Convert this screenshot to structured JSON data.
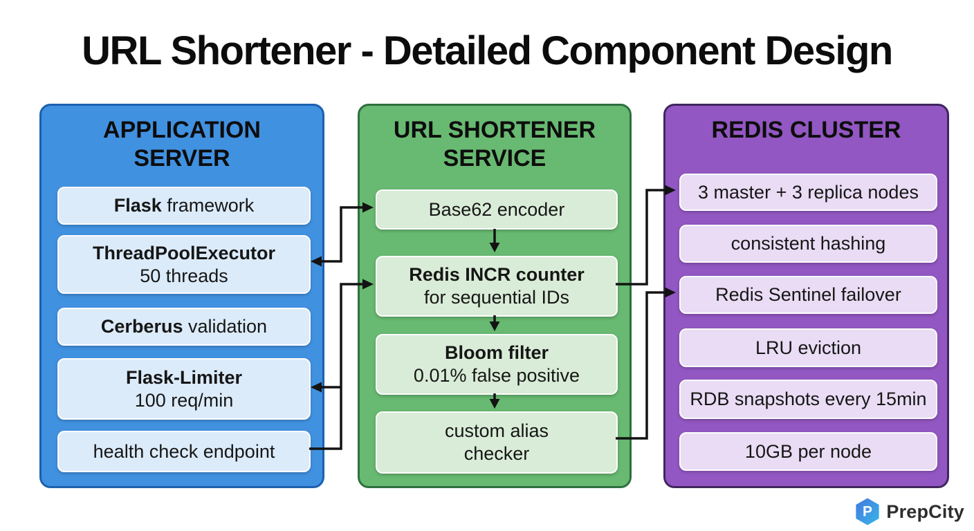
{
  "title": "URL Shortener - Detailed Component Design",
  "columns": [
    {
      "id": "application-server",
      "title": "APPLICATION SERVER",
      "panel_color": "#4191e1",
      "item_color": "#dcebfa",
      "items": [
        {
          "bold": "Flask",
          "rest": " framework"
        },
        {
          "bold": "ThreadPoolExecutor",
          "rest": "",
          "line2": "50 threads"
        },
        {
          "bold": "Cerberus",
          "rest": " validation"
        },
        {
          "bold": "Flask-Limiter",
          "rest": "",
          "line2": "100 req/min"
        },
        {
          "bold": "",
          "rest": "health check endpoint"
        }
      ]
    },
    {
      "id": "url-shortener-service",
      "title": "URL SHORTENER SERVICE",
      "panel_color": "#68b971",
      "item_color": "#d9ecd7",
      "items": [
        {
          "bold": "",
          "rest": "Base62 encoder"
        },
        {
          "bold": "Redis INCR counter",
          "rest": "",
          "line2": "for sequential IDs"
        },
        {
          "bold": "Bloom filter",
          "rest": "",
          "line2": "0.01% false positive"
        },
        {
          "bold": "",
          "rest": "custom alias",
          "line2": "checker"
        }
      ]
    },
    {
      "id": "redis-cluster",
      "title": "REDIS CLUSTER",
      "panel_color": "#9257c2",
      "item_color": "#e9dcf4",
      "items": [
        {
          "bold": "",
          "rest": "3 master + 3 replica nodes"
        },
        {
          "bold": "",
          "rest": "consistent hashing"
        },
        {
          "bold": "",
          "rest": "Redis Sentinel failover"
        },
        {
          "bold": "",
          "rest": "LRU eviction"
        },
        {
          "bold": "",
          "rest": "RDB snapshots every 15min"
        },
        {
          "bold": "",
          "rest": "10GB per node"
        }
      ]
    }
  ],
  "connections": [
    {
      "from": "threadpoolexecutor",
      "to": "base62-encoder",
      "bidirectional": true
    },
    {
      "from": "base62-encoder",
      "to": "redis-incr-counter"
    },
    {
      "from": "redis-incr-counter",
      "to": "bloom-filter"
    },
    {
      "from": "bloom-filter",
      "to": "custom-alias-checker"
    },
    {
      "from": "health-check-endpoint",
      "to": "redis-incr-counter"
    },
    {
      "from": "url-shortener-service",
      "to": "flask-limiter"
    },
    {
      "from": "redis-incr-counter",
      "to": "3-master-3-replica-nodes"
    },
    {
      "from": "custom-alias-checker",
      "to": "redis-sentinel-failover"
    }
  ],
  "arrow_color": "#131313",
  "brand": {
    "name": "PrepCity",
    "icon": "hexagon-p-logo"
  }
}
